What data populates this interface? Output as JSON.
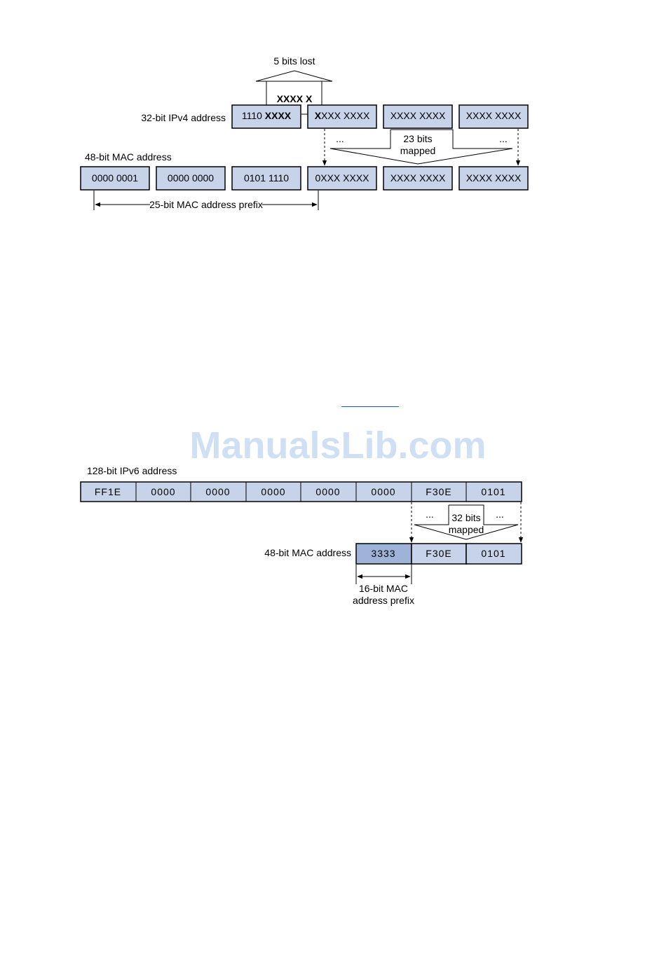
{
  "ipv4": {
    "bits_lost_label": "5 bits lost",
    "lost_bits": "XXXX X",
    "ipv4_label": "32-bit IPv4 address",
    "ipv4_first_plain": "1110 ",
    "ipv4_first_bold": "XXXX",
    "ipv4_second_bold": "X",
    "ipv4_second_plain": "XXX XXXX",
    "ipv4_third": "XXXX XXXX",
    "ipv4_fourth": "XXXX XXXX",
    "ellipsis_left": "...",
    "ellipsis_right": "...",
    "mapped_line1": "23 bits",
    "mapped_line2": "mapped",
    "mac_label": "48-bit MAC address",
    "mac_cells": [
      "0000 0001",
      "0000 0000",
      "0101 1110",
      "0XXX XXXX",
      "XXXX XXXX",
      "XXXX XXXX"
    ],
    "prefix_label": "25-bit MAC address prefix"
  },
  "watermark": "ManualsLib.com",
  "ipv6": {
    "ipv6_label": "128-bit IPv6 address",
    "ipv6_cells": [
      "FF1E",
      "0000",
      "0000",
      "0000",
      "0000",
      "0000",
      "F30E",
      "0101"
    ],
    "ellipsis_left": "...",
    "ellipsis_right": "...",
    "mapped_line1": "32 bits",
    "mapped_line2": "mapped",
    "mac_label": "48-bit MAC address",
    "mac_cells": [
      "3333",
      "F30E",
      "0101"
    ],
    "prefix_line1": "16-bit MAC",
    "prefix_line2": "address prefix"
  }
}
